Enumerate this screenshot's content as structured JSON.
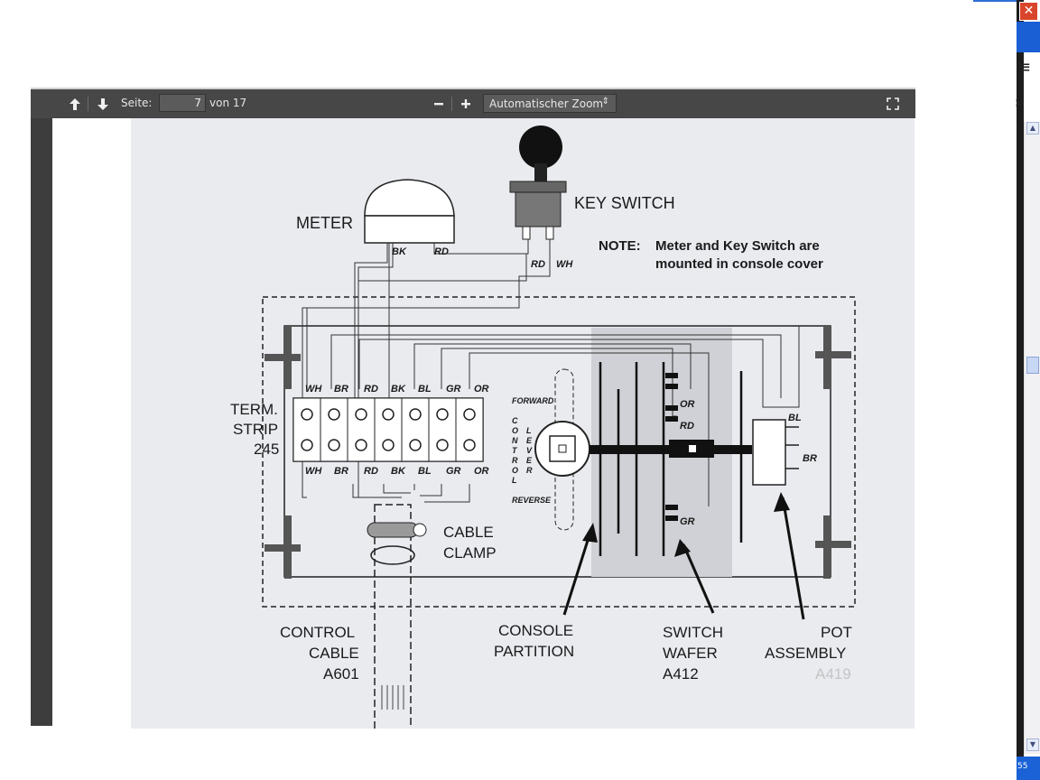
{
  "toolbar": {
    "page_label": "Seite:",
    "page_value": "7",
    "page_of": "von 17",
    "zoom_value": "Automatischer Zoom",
    "icons": [
      "arrow-up-icon",
      "arrow-down-icon",
      "minus-icon",
      "plus-icon",
      "fullscreen-icon"
    ]
  },
  "window": {
    "close_symbol": "✕",
    "menu_symbol": "≡",
    "chevron_symbol": "»",
    "tray_text": "55"
  },
  "diagram": {
    "meter": "METER",
    "key_switch": "KEY SWITCH",
    "note_label": "NOTE:",
    "note_line1": "Meter and Key Switch are",
    "note_line2": "mounted in console cover",
    "meter_wire_bk": "BK",
    "meter_wire_rd": "RD",
    "key_wire_rd": "RD",
    "key_wire_wh": "WH",
    "term_line1": "TERM.",
    "term_line2": "STRIP",
    "term_line3": "245",
    "strip_labels": [
      "WH",
      "BR",
      "RD",
      "BK",
      "BL",
      "GR",
      "OR"
    ],
    "forward": "FORWARD",
    "reverse": "REVERSE",
    "control_letters": [
      "C",
      "O",
      "N",
      "T",
      "R",
      "O",
      "L"
    ],
    "lever_letters": [
      "L",
      "E",
      "V",
      "E",
      "R"
    ],
    "wafer_or": "OR",
    "wafer_rd": "RD",
    "wafer_gr": "GR",
    "pot_bl": "BL",
    "pot_br": "BR",
    "cable_clamp_1": "CABLE",
    "cable_clamp_2": "CLAMP",
    "control_cable_1": "CONTROL",
    "control_cable_2": "CABLE",
    "control_cable_3": "A601",
    "console_partition_1": "CONSOLE",
    "console_partition_2": "PARTITION",
    "switch_wafer_1": "SWITCH",
    "switch_wafer_2": "WAFER",
    "switch_wafer_3": "A412",
    "pot_assembly_1": "POT",
    "pot_assembly_2": "ASSEMBLY",
    "pot_assembly_3": "A419"
  }
}
